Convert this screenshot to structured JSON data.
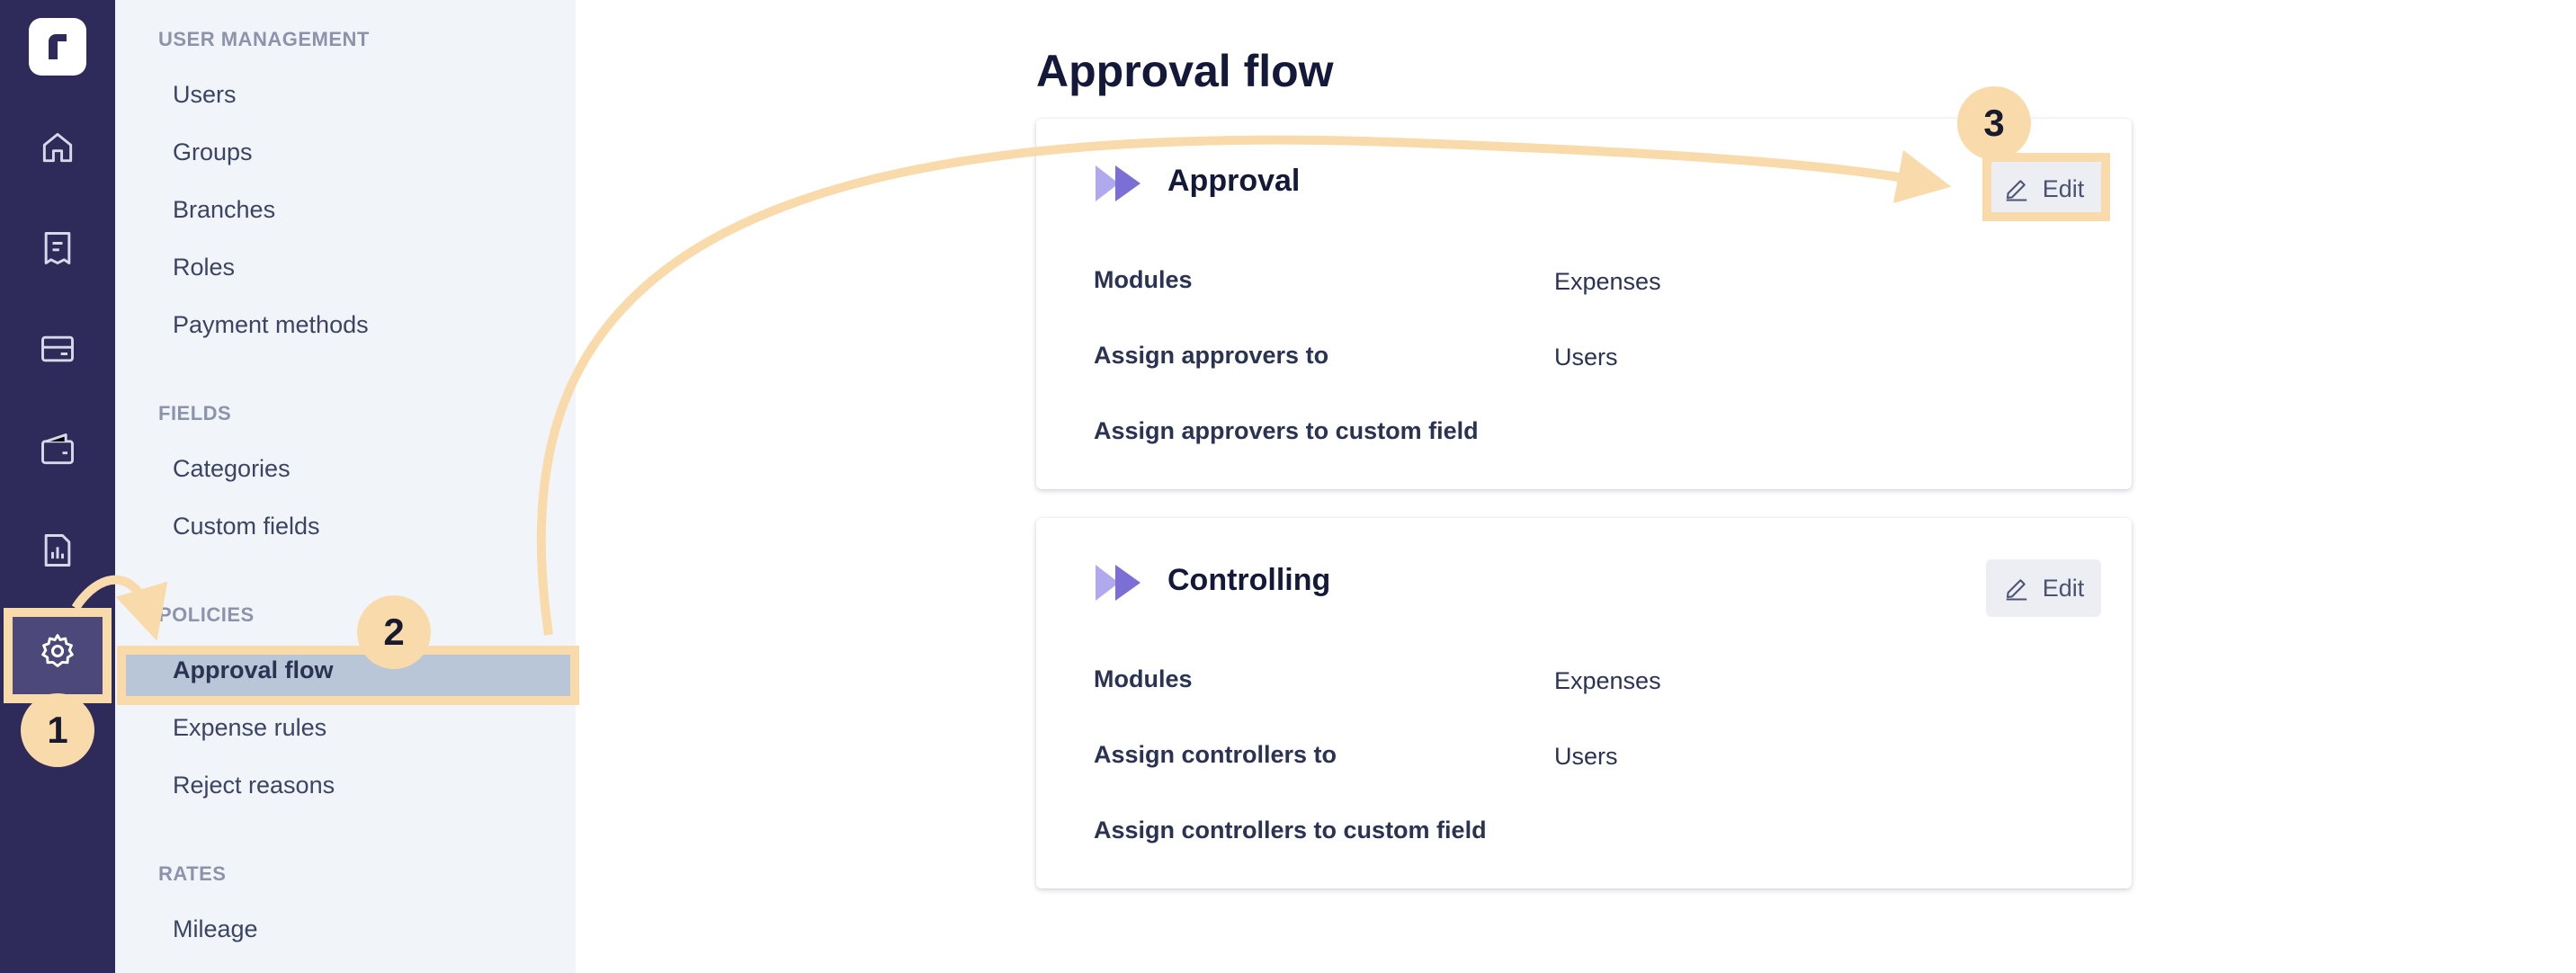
{
  "rail": {
    "items": [
      {
        "icon": "home-icon"
      },
      {
        "icon": "receipt-icon"
      },
      {
        "icon": "card-icon"
      },
      {
        "icon": "wallet-icon"
      },
      {
        "icon": "report-icon"
      },
      {
        "icon": "gear-icon",
        "active": true
      }
    ]
  },
  "sidebar": {
    "sections": [
      {
        "title": "USER MANAGEMENT",
        "items": [
          "Users",
          "Groups",
          "Branches",
          "Roles",
          "Payment methods"
        ]
      },
      {
        "title": "FIELDS",
        "items": [
          "Categories",
          "Custom fields"
        ]
      },
      {
        "title": "POLICIES",
        "items": [
          "Approval flow",
          "Expense rules",
          "Reject reasons"
        ]
      },
      {
        "title": "RATES",
        "items": [
          "Mileage"
        ]
      }
    ],
    "active_item": "Approval flow"
  },
  "main": {
    "title": "Approval flow",
    "cards": [
      {
        "title": "Approval",
        "edit_label": "Edit",
        "rows": [
          {
            "label": "Modules",
            "value": "Expenses"
          },
          {
            "label": "Assign approvers to",
            "value": "Users"
          },
          {
            "label": "Assign approvers to custom field",
            "value": ""
          }
        ]
      },
      {
        "title": "Controlling",
        "edit_label": "Edit",
        "rows": [
          {
            "label": "Modules",
            "value": "Expenses"
          },
          {
            "label": "Assign controllers to",
            "value": "Users"
          },
          {
            "label": "Assign controllers to custom field",
            "value": ""
          }
        ]
      }
    ]
  },
  "annotations": {
    "steps": [
      "1",
      "2",
      "3"
    ],
    "color": "#f9dbab"
  },
  "colors": {
    "rail": "#2e2a5a",
    "sidebar": "#f1f4f9",
    "accent": "#7b6fd6",
    "active_nav": "#b8c6d7"
  }
}
